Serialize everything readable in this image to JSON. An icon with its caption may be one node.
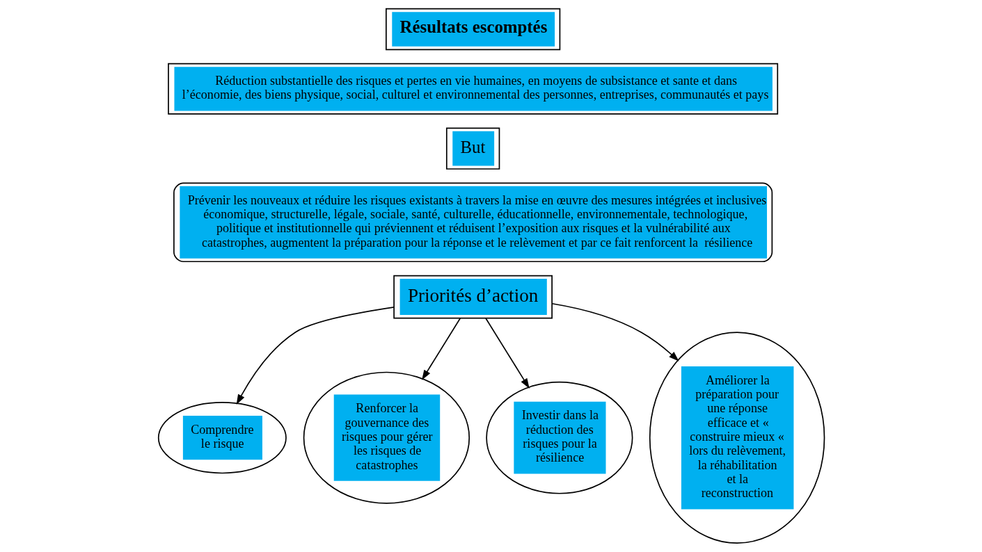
{
  "diagram": {
    "nodes": [
      {
        "text": [
          "Résultats escomptés"
        ]
      },
      {
        "text": [
          "Réduction substantielle des risques et pertes en vie humaines, en moyens de subsistance et sante et dans l’économie, des biens physique, social, culturel et environnemental des personnes, entreprises, communautés et pays"
        ]
      },
      {
        "text": [
          "But"
        ]
      },
      {
        "text": [
          "Prévenir les nouveaux et réduire les risques existants à travers la mise en œuvre des mesures intégrées et inclusives économique, structurelle, légale, sociale, santé, culturelle, éducationnelle, environnementale, technologique, politique et institutionnelle qui préviennent et réduisent l’exposition aux risques et la vulnérabilité aux catastrophes, augmentent la préparation pour la réponse et le relèvement et par ce fait renforcent la  résilience"
        ]
      },
      {
        "text": [
          "Priorités d’action"
        ]
      },
      {
        "text": [
          "Comprendre le risque"
        ]
      },
      {
        "text": [
          "Renforcer la gouvernance des risques pour gérer les risques de catastrophes"
        ]
      },
      {
        "text": [
          "Investir dans la réduction des risques pour la résilience"
        ]
      },
      {
        "text": [
          "Améliorer la préparation pour une réponse efficace et « construire mieux « lors du relèvement, la réhabilitation et la reconstruction"
        ]
      }
    ],
    "edges": [
      {
        "from": 4,
        "to": 5,
        "arrow": "to"
      },
      {
        "from": 4,
        "to": 6,
        "arrow": "to"
      },
      {
        "from": 4,
        "to": 7,
        "arrow": "to"
      },
      {
        "from": 4,
        "to": 8,
        "arrow": "to"
      }
    ]
  }
}
